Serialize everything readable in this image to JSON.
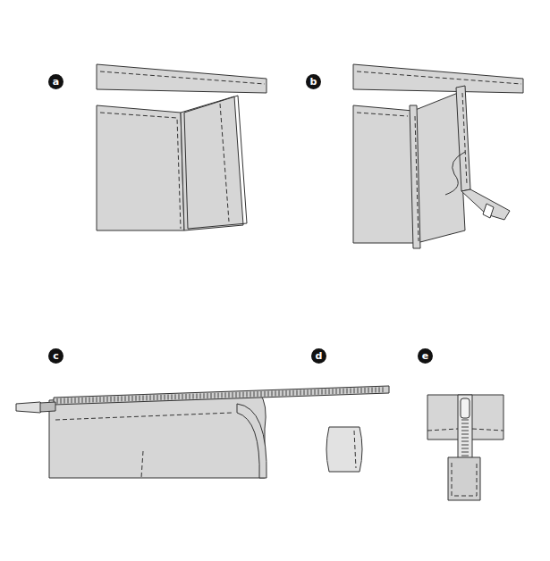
{
  "diagram": {
    "labels": [
      "a",
      "b",
      "c",
      "d",
      "e"
    ]
  }
}
